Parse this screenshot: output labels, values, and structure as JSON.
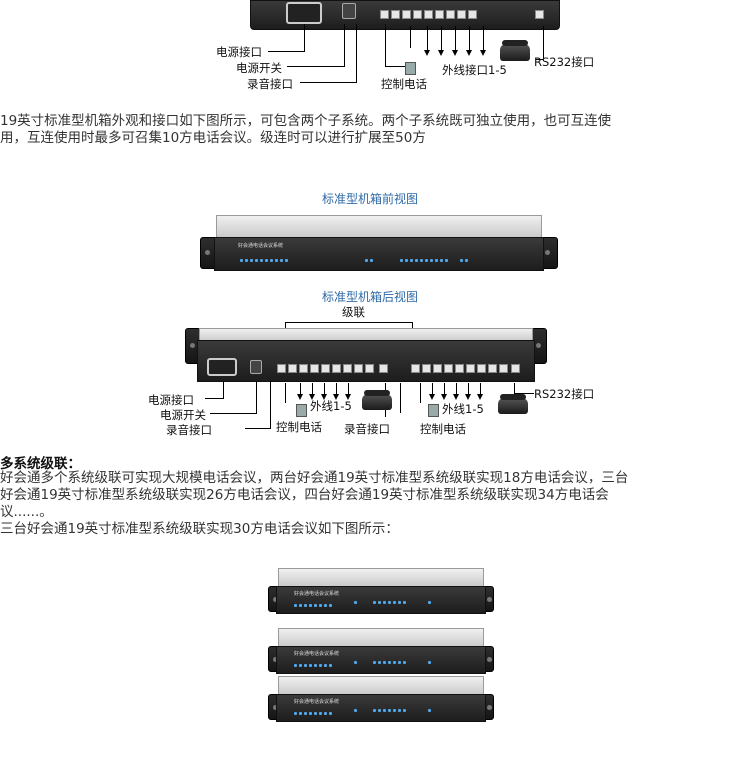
{
  "top_figure": {
    "labels": {
      "power_port": "电源接口",
      "power_switch": "电源开关",
      "record_port": "录音接口",
      "control_phone": "控制电话",
      "outside_lines": "外线接口1-5",
      "rs232": "RS232接口"
    }
  },
  "intro_paragraph": {
    "line1": "19英寸标准型机箱外观和接口如下图所示，可包含两个子系统。两个子系统既可独立使用，也可互连使",
    "line2": "用，互连使用时最多可召集10方电话会议。级连时可以进行扩展至50方"
  },
  "front_view": {
    "caption": "标准型机箱前视图",
    "device_label": "好会通电话会议系统"
  },
  "rear_view": {
    "caption": "标准型机箱后视图",
    "cascade_label": "级联",
    "labels": {
      "power_port": "电源接口",
      "power_switch": "电源开关",
      "record_port_left": "录音接口",
      "control_phone_left": "控制电话",
      "outside_lines_left": "外线1-5",
      "record_port_mid": "录音接口",
      "outside_lines_right": "外线1-5",
      "control_phone_right": "控制电话",
      "rs232": "RS232接口"
    }
  },
  "multi_system": {
    "heading": "多系统级联：",
    "line1": "好会通多个系统级联可实现大规模电话会议，两台好会通19英寸标准型系统级联实现18方电话会议，三台",
    "line2": "好会通19英寸标准型系统级联实现26方电话会议，四台好会通19英寸标准型系统级联实现34方电话会",
    "line3": "议......。",
    "line4": "三台好会通19英寸标准型系统级联实现30方电话会议如下图所示："
  },
  "stack": {
    "device_label": "好会通电话会议系统"
  }
}
